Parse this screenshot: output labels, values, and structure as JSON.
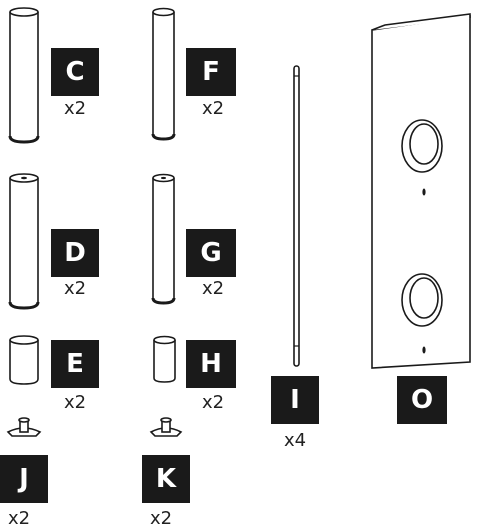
{
  "parts": [
    {
      "id": "C",
      "label": "C",
      "qty": "x2"
    },
    {
      "id": "F",
      "label": "F",
      "qty": "x2"
    },
    {
      "id": "D",
      "label": "D",
      "qty": "x2"
    },
    {
      "id": "G",
      "label": "G",
      "qty": "x2"
    },
    {
      "id": "E",
      "label": "E",
      "qty": "x2"
    },
    {
      "id": "H",
      "label": "H",
      "qty": "x2"
    },
    {
      "id": "I",
      "label": "I",
      "qty": "x4"
    },
    {
      "id": "O",
      "label": "O"
    },
    {
      "id": "J",
      "label": "J",
      "qty": "x2"
    },
    {
      "id": "K",
      "label": "K",
      "qty": "x2"
    }
  ],
  "colors": {
    "ink": "#1a1a1a",
    "paper": "#ffffff"
  }
}
